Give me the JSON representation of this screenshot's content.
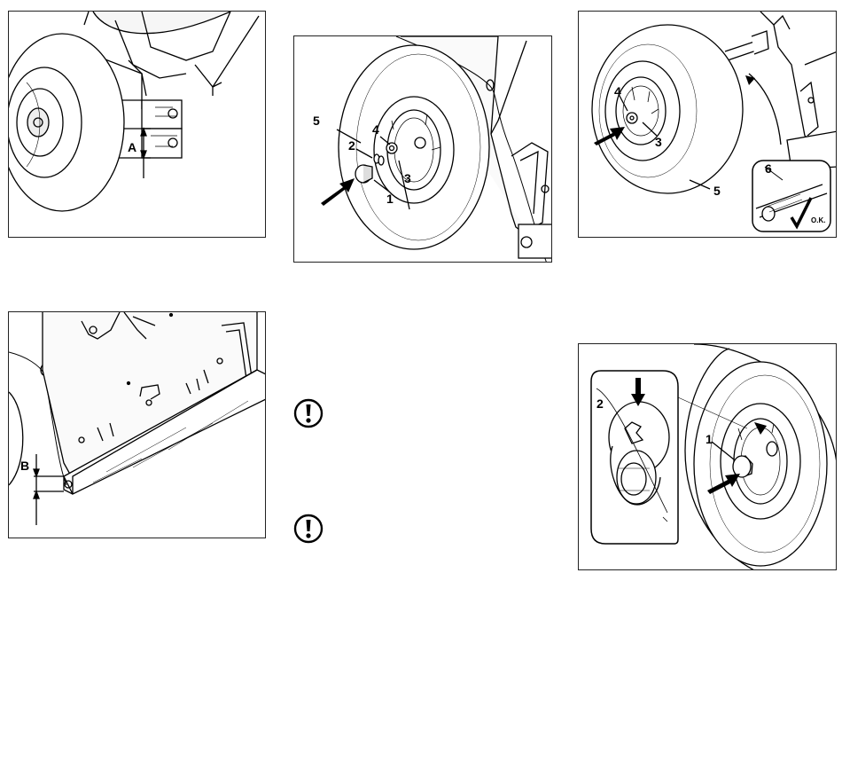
{
  "figures": {
    "fig1": {
      "callouts": {
        "A": "A"
      }
    },
    "fig2": {
      "callouts": {
        "c1": "1",
        "c2": "2",
        "c3": "3",
        "c4": "4",
        "c5": "5"
      }
    },
    "fig3": {
      "callouts": {
        "c3": "3",
        "c4": "4",
        "c5": "5",
        "c6": "6",
        "ok": "O.K."
      }
    },
    "fig4": {
      "callouts": {
        "B": "B"
      }
    },
    "fig5": {
      "callouts": {
        "c1": "1",
        "c2": "2"
      }
    }
  },
  "notices": [
    {
      "icon": "exclamation-warning-icon"
    },
    {
      "icon": "exclamation-warning-icon"
    }
  ]
}
